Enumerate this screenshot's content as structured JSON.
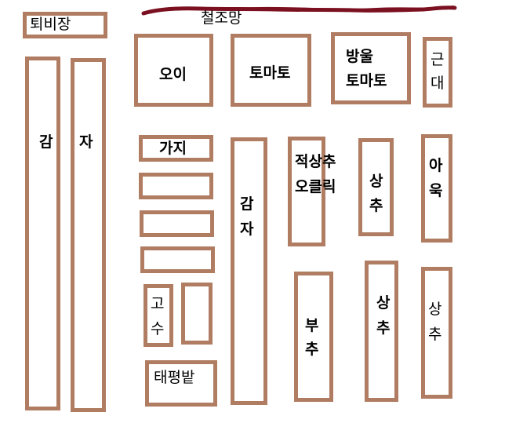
{
  "colors": {
    "bed_border": "#b07d62",
    "wire": "#7b1020",
    "background": "#ffffff"
  },
  "fence_label": "철조망",
  "plots": {
    "compost": "퇴비장",
    "potato_left_1": "감",
    "potato_left_2": "자",
    "cucumber": "오이",
    "tomato": "토마토",
    "cherry_tomato_line1": "방울",
    "cherry_tomato_line2": "토마토",
    "chard_1": "근",
    "chard_2": "대",
    "eggplant": "가지",
    "potato_mid_1": "감",
    "potato_mid_2": "자",
    "red_lettuce_line1": "적상추",
    "red_lettuce_line2": "오클릭",
    "lettuce_a_1": "상",
    "lettuce_a_2": "추",
    "asian_mallow_1": "아",
    "asian_mallow_2": "욱",
    "pepper_1": "고",
    "pepper_2": "수",
    "chives_1": "부",
    "chives_2": "추",
    "lettuce_b_1": "상",
    "lettuce_b_2": "추",
    "lettuce_c_1": "상",
    "lettuce_c_2": "추",
    "dandelion_field": "태평밭"
  }
}
